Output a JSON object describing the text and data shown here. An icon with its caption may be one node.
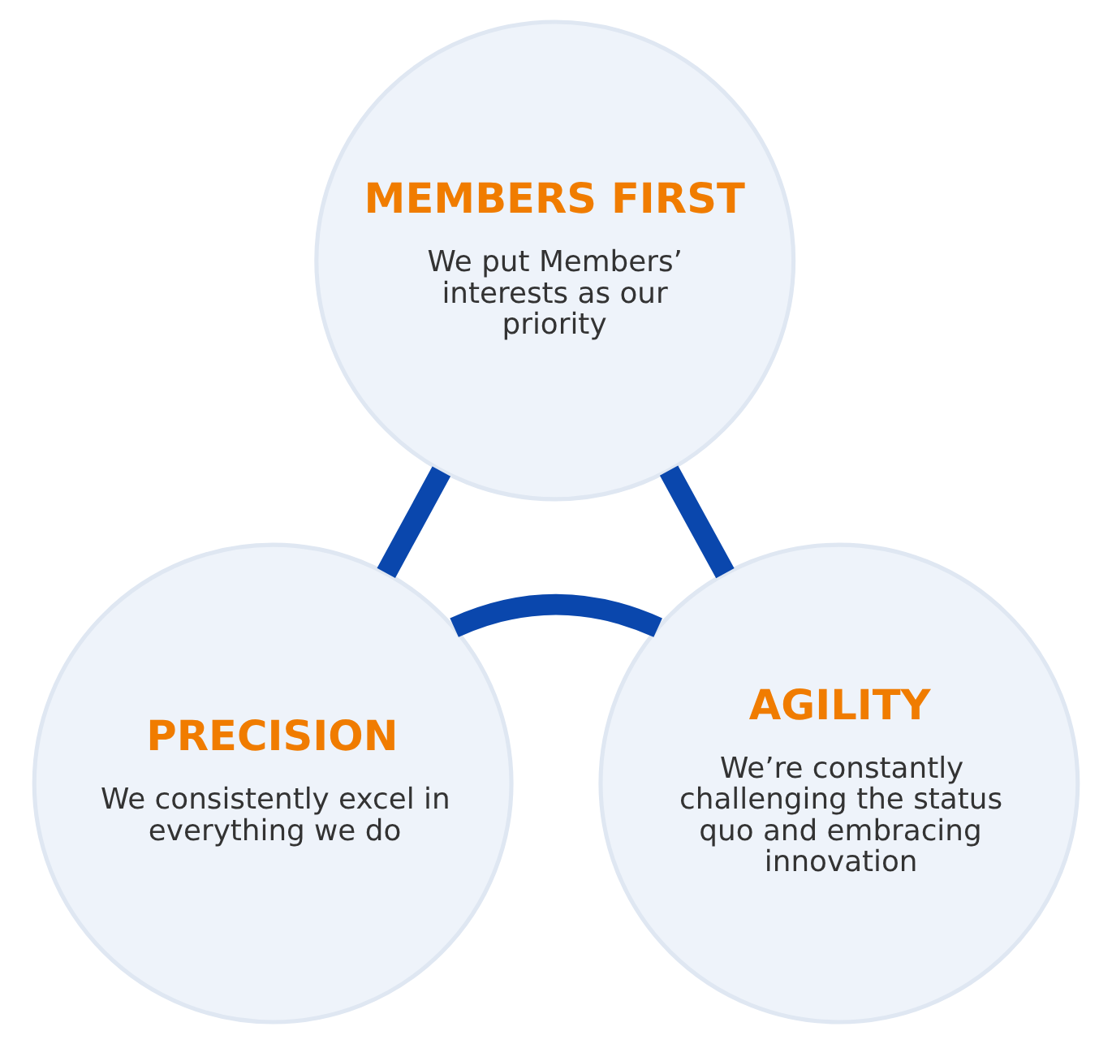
{
  "diagram": {
    "nodes": [
      {
        "text": [
          "MEMBERS FIRST",
          "We put Members’ interests as our priority"
        ]
      },
      {
        "text": [
          "AGILITY",
          "We’re constantly challenging the status quo and embracing innovation"
        ]
      },
      {
        "text": [
          "PRECISION",
          "We consistently excel in everything we do"
        ]
      }
    ],
    "edges": [
      {
        "from": 0,
        "to": 2,
        "arrow": "none"
      },
      {
        "from": 2,
        "to": 1,
        "arrow": "none"
      },
      {
        "from": 1,
        "to": 0,
        "arrow": "none"
      }
    ]
  }
}
